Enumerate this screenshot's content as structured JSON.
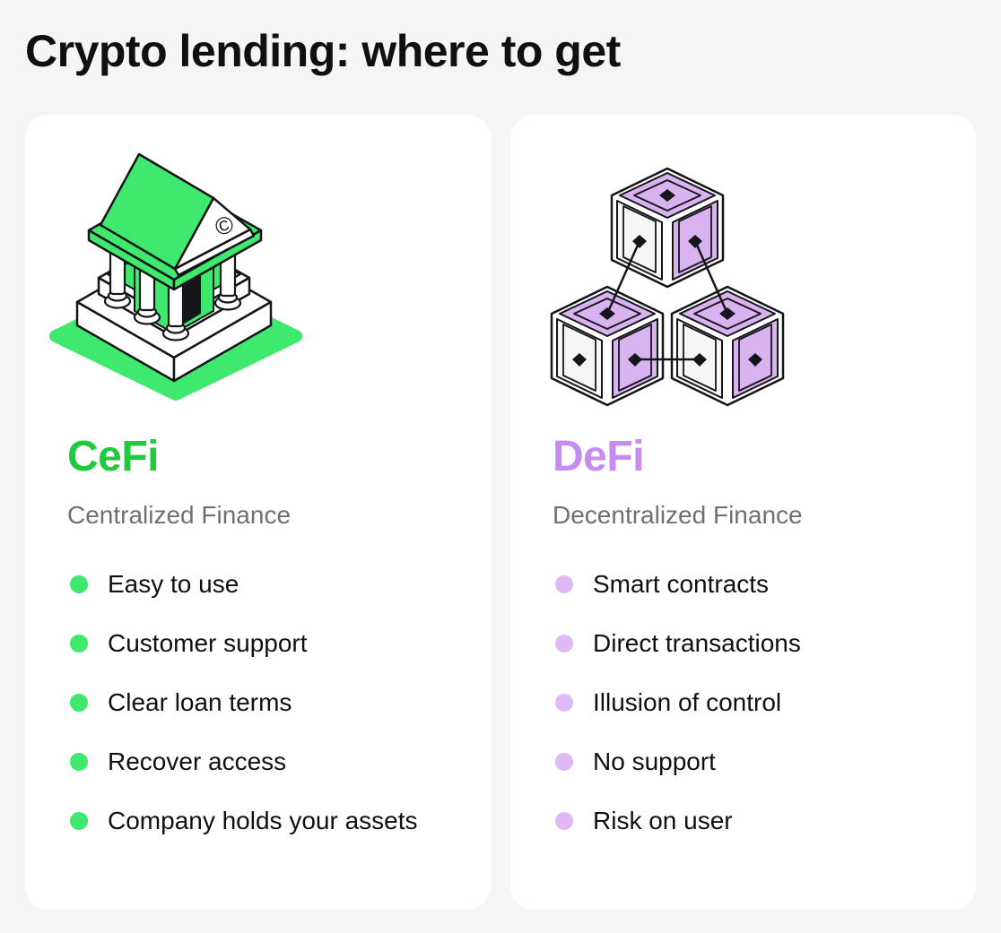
{
  "page": {
    "title": "Crypto lending: where to get"
  },
  "colors": {
    "page_bg": "#f5f5f6",
    "card_bg": "#ffffff",
    "text": "#101012",
    "muted": "#6f6f74",
    "outline": "#15151a",
    "green_accent": "#21c93c",
    "green_bright": "#3ee96e",
    "purple_accent": "#c78cf0",
    "purple_soft": "#deb9f5",
    "purple_cube": "#d9b3ef"
  },
  "cards": [
    {
      "id": "cefi",
      "heading": "CeFi",
      "subtitle": "Centralized Finance",
      "illustration": "bank-building-illustration",
      "items": [
        "Easy to use",
        "Customer support",
        "Clear loan terms",
        "Recover access",
        "Company holds your assets"
      ]
    },
    {
      "id": "defi",
      "heading": "DeFi",
      "subtitle": "Decentralized Finance",
      "illustration": "blockchain-cubes-illustration",
      "items": [
        "Smart contracts",
        "Direct transactions",
        "Illusion of control",
        "No support",
        "Risk on user"
      ]
    }
  ]
}
